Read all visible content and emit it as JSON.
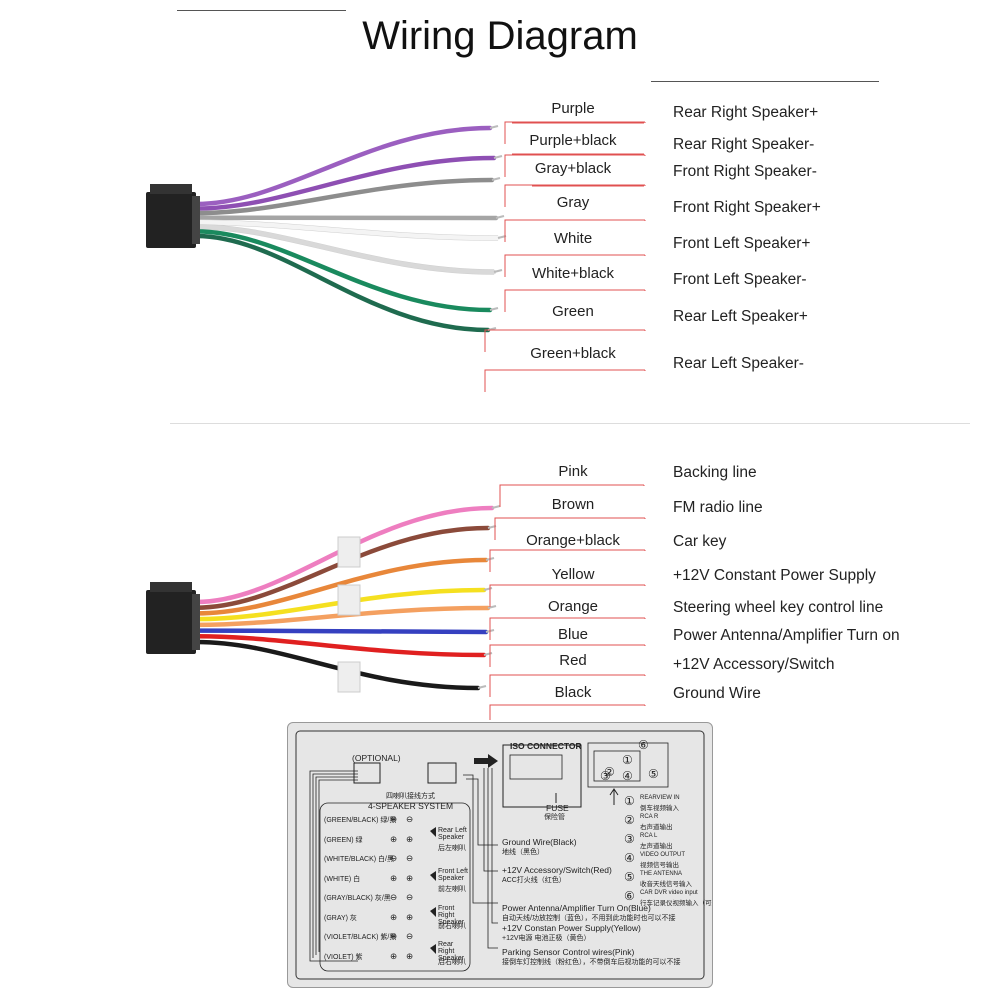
{
  "title": "Wiring Diagram",
  "top_wires": [
    {
      "color_name": "Purple",
      "function": "Rear Right Speaker+",
      "hex": "#9b5fc0"
    },
    {
      "color_name": "Purple+black",
      "function": "Rear Right Speaker-",
      "hex": "#8e4fb3"
    },
    {
      "color_name": "Gray+black",
      "function": "Front Right Speaker-",
      "hex": "#8d8d8d"
    },
    {
      "color_name": "Gray",
      "function": "Front Right Speaker+",
      "hex": "#a5a5a5"
    },
    {
      "color_name": "White",
      "function": "Front Left Speaker+",
      "hex": "#f4f4f4"
    },
    {
      "color_name": "White+black",
      "function": "Front Left Speaker-",
      "hex": "#d9d9d9"
    },
    {
      "color_name": "Green",
      "function": "Rear Left Speaker+",
      "hex": "#1a8a5e"
    },
    {
      "color_name": "Green+black",
      "function": "Rear Left Speaker-",
      "hex": "#1f6b4f"
    }
  ],
  "bottom_wires": [
    {
      "color_name": "Pink",
      "function": "Backing line",
      "hex": "#ee7ec0"
    },
    {
      "color_name": "Brown",
      "function": "FM radio line",
      "hex": "#8b4a3a"
    },
    {
      "color_name": "Orange+black",
      "function": "Car key",
      "hex": "#e8873a"
    },
    {
      "color_name": "Yellow",
      "function": "+12V Constant Power Supply",
      "hex": "#f5e020"
    },
    {
      "color_name": "Orange",
      "function": "Steering wheel key control line",
      "hex": "#f4a060"
    },
    {
      "color_name": "Blue",
      "function": "Power Antenna/Amplifier Turn on",
      "hex": "#3540c0"
    },
    {
      "color_name": "Red",
      "function": "+12V Accessory/Switch",
      "hex": "#e02020"
    },
    {
      "color_name": "Black",
      "function": "Ground Wire",
      "hex": "#1a1a1a"
    }
  ],
  "accent_line": "#e05050",
  "sticker": {
    "optional": "(OPTIONAL)",
    "iso_connector": "ISO CONNECTOR",
    "fuse": "FUSE",
    "fuse_cn": "保险管",
    "system_cn": "四喇叭接线方式",
    "system": "4-SPEAKER SYSTEM",
    "speaker_rows": [
      {
        "wire": "(GREEN/BLACK) 绿/黑",
        "sign": "⊖"
      },
      {
        "wire": "(GREEN) 绿",
        "sign": "⊕"
      },
      {
        "wire": "(WHITE/BLACK) 白/黑",
        "sign": "⊖"
      },
      {
        "wire": "(WHITE) 白",
        "sign": "⊕"
      },
      {
        "wire": "(GRAY/BLACK) 灰/黑",
        "sign": "⊖"
      },
      {
        "wire": "(GRAY) 灰",
        "sign": "⊕"
      },
      {
        "wire": "(VIOLET/BLACK) 紫/黑",
        "sign": "⊖"
      },
      {
        "wire": "(VIOLET) 紫",
        "sign": "⊕"
      }
    ],
    "speakers": [
      {
        "en": "Rear Left Speaker",
        "cn": "后左喇叭"
      },
      {
        "en": "Front Left Speaker",
        "cn": "前左喇叭"
      },
      {
        "en": "Front Right Speaker",
        "cn": "前右喇叭"
      },
      {
        "en": "Rear Right Speaker",
        "cn": "后右喇叭"
      }
    ],
    "wires": [
      {
        "en": "Ground Wire(Black)",
        "cn": "地线（黑色）"
      },
      {
        "en": "+12V Accessory/Switch(Red)",
        "cn": "ACC打火线（红色）"
      },
      {
        "en": "Power Antenna/Amplifier Turn On(Blue)",
        "cn": "自动天线/功放控制（蓝色），不用到此功能时也可以不接"
      },
      {
        "en": "+12V Constan Power Supply(Yellow)",
        "cn": "+12V电源 电池正极（黄色）"
      },
      {
        "en": "Parking Sensor Control wires(Pink)",
        "cn": "接倒车灯控制线（粉红色），不带倒车后视功能的可以不接"
      }
    ],
    "rear_ports": [
      {
        "num": "①",
        "en": "REARVIEW IN",
        "cn": "倒车视频输入"
      },
      {
        "num": "②",
        "en": "RCA R",
        "cn": "右声道输出"
      },
      {
        "num": "③",
        "en": "RCA L",
        "cn": "左声道输出"
      },
      {
        "num": "④",
        "en": "VIDEO OUTPUT",
        "cn": "视频信号输出"
      },
      {
        "num": "⑤",
        "en": "THE ANTENNA",
        "cn": "收音天线信号输入"
      },
      {
        "num": "⑥",
        "en": "CAR DVR video input",
        "cn": "行车记录仪视频输入（可选）"
      }
    ],
    "port_nums": [
      "⑥",
      "①",
      "②",
      "③",
      "④",
      "⑤"
    ]
  }
}
